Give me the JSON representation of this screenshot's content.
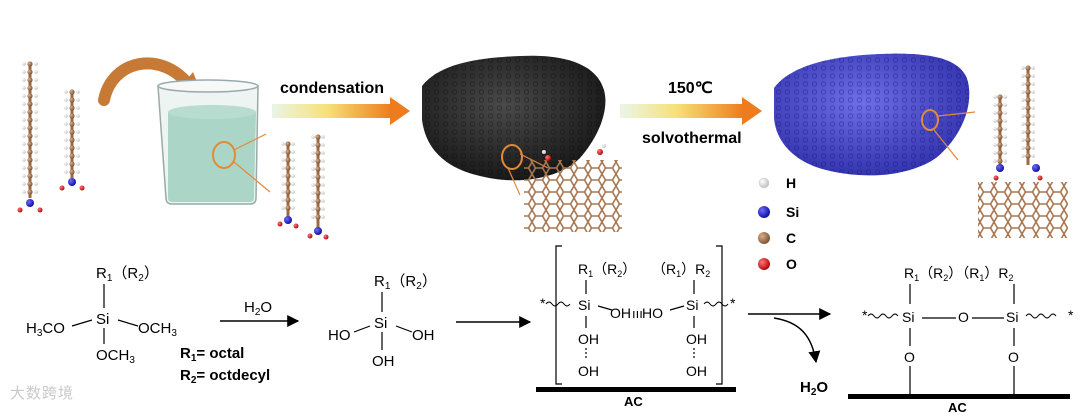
{
  "top": {
    "step1_label": "condensation",
    "step2_temp": "150℃",
    "step2_label": "solvothermal"
  },
  "legend": [
    {
      "label": "H",
      "color": "#f2f2f2"
    },
    {
      "label": "Si",
      "color": "#1a1ad9"
    },
    {
      "label": "C",
      "color": "#9a6a44"
    },
    {
      "label": "O",
      "color": "#e00000"
    }
  ],
  "scheme": {
    "silane": {
      "r_group": "R",
      "r_sub1": "1",
      "r_sub2": "2",
      "si": "Si",
      "left_sub": "H3CO",
      "right_sub": "OCH3",
      "bottom_sub": "OCH3"
    },
    "water_above_arrow": "H2O",
    "silanol": {
      "r": "R1（R2）",
      "si": "Si",
      "oh_left": "HO",
      "oh_right": "OH",
      "oh_bottom": "OH"
    },
    "definitions": [
      {
        "sym": "R",
        "sub": "1",
        "text": "= octal"
      },
      {
        "sym": "R",
        "sub": "2",
        "text": "= octdecyl"
      }
    ],
    "intermediate": {
      "left_r": "R1（R2）",
      "right_r": "（R1）R2",
      "si": "Si",
      "oh": "OH",
      "hbond": "H",
      "surface": "AC"
    },
    "water_released": "H2O",
    "product": {
      "r_top": "R1（R2）（R1）R2",
      "si": "Si",
      "o": "O",
      "surface": "AC"
    }
  },
  "watermark": "大数跨境"
}
